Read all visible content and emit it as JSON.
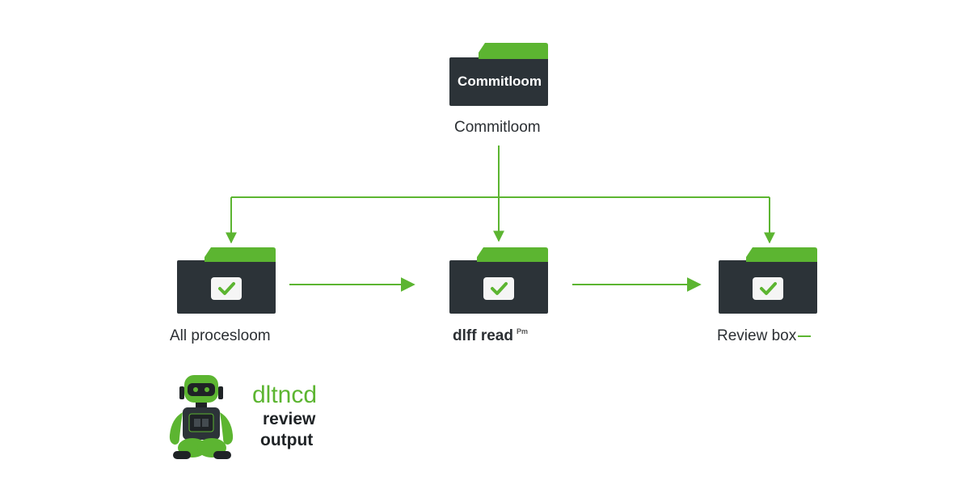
{
  "top_node": {
    "folder_title": "Commitloom",
    "label": "Commitloom"
  },
  "nodes": [
    {
      "label": "All procesloom",
      "suffix": ""
    },
    {
      "label": "dlff read",
      "suffix": "Pm"
    },
    {
      "label": "Review box",
      "suffix": ""
    }
  ],
  "robot": {
    "green_text": "dltncd",
    "line1": "review",
    "line2": "output"
  },
  "colors": {
    "accent": "#5cb531",
    "folder_body": "#2c3338",
    "text_dark": "#2b2f33"
  },
  "icons": {
    "folder": "folder-icon",
    "check": "check-icon",
    "robot": "robot-icon"
  }
}
